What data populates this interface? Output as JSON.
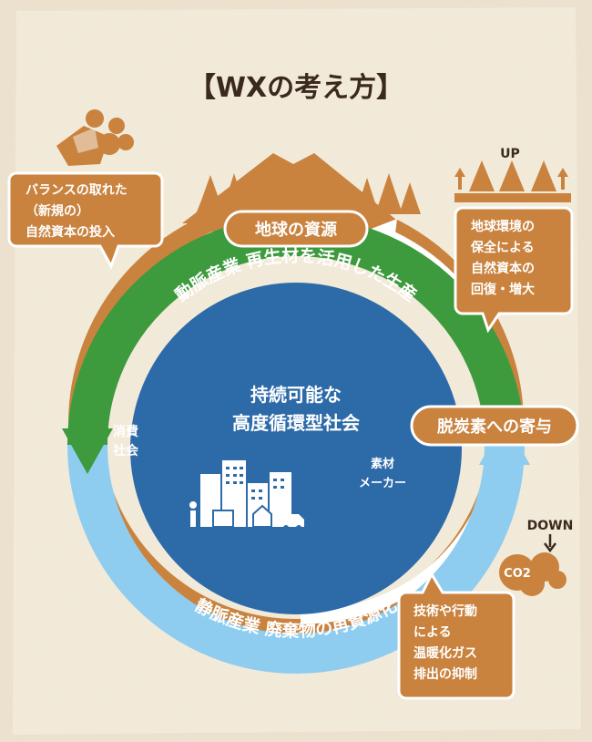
{
  "title": "【WXの考え方】",
  "colors": {
    "paper": "#f3ead8",
    "brown": "#c9833f",
    "green": "#3d9a3d",
    "blue": "#2d6aa8",
    "lightblue": "#8fcdf0",
    "white": "#ffffff"
  },
  "center": {
    "line1": "持続可能な",
    "line2": "高度循環型社会"
  },
  "ring": {
    "green_label": "動脈産業 再生材を活用した生産",
    "blue_label": "静脈産業 廃棄物の再資源化"
  },
  "inner_arrows": {
    "left_line1": "消費",
    "left_line2": "社会",
    "right_line1": "素材",
    "right_line2": "メーカー"
  },
  "badges": {
    "resources": "地球の資源",
    "decarbon": "脱炭素への寄与"
  },
  "callouts": {
    "top_left": [
      "バランスの取れた",
      "（新規の）",
      "自然資本の投入"
    ],
    "top_right": [
      "地球環境の",
      "保全による",
      "自然資本の",
      "回復・増大"
    ],
    "bottom_right": [
      "技術や行動",
      "による",
      "温暖化ガス",
      "排出の抑制"
    ]
  },
  "icons": {
    "up_label": "UP",
    "down_label": "DOWN",
    "co2_label": "CO2"
  }
}
